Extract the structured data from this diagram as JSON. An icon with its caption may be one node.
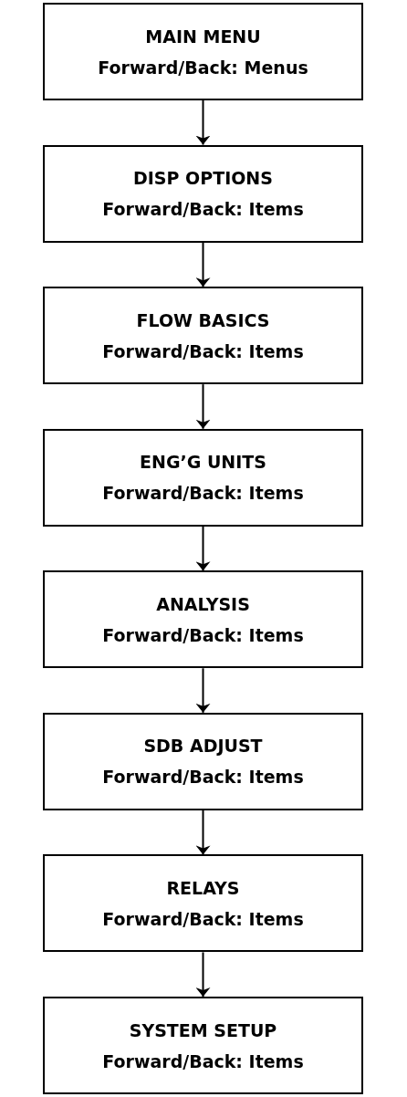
{
  "diagram": {
    "nodes": [
      {
        "text": [
          "MAIN MENU",
          "Forward/Back: Menus"
        ]
      },
      {
        "text": [
          "DISP OPTIONS",
          "Forward/Back: Items"
        ]
      },
      {
        "text": [
          "FLOW BASICS",
          "Forward/Back: Items"
        ]
      },
      {
        "text": [
          "ENG’G UNITS",
          "Forward/Back: Items"
        ]
      },
      {
        "text": [
          "ANALYSIS",
          "Forward/Back: Items"
        ]
      },
      {
        "text": [
          "SDB ADJUST",
          "Forward/Back: Items"
        ]
      },
      {
        "text": [
          "RELAYS",
          "Forward/Back: Items"
        ]
      },
      {
        "text": [
          "SYSTEM SETUP",
          "Forward/Back: Items"
        ]
      }
    ],
    "edges": [
      {
        "from": 0,
        "to": 1,
        "arrow": "to"
      },
      {
        "from": 1,
        "to": 2,
        "arrow": "to"
      },
      {
        "from": 2,
        "to": 3,
        "arrow": "to"
      },
      {
        "from": 3,
        "to": 4,
        "arrow": "to"
      },
      {
        "from": 4,
        "to": 5,
        "arrow": "to"
      },
      {
        "from": 5,
        "to": 6,
        "arrow": "to"
      },
      {
        "from": 6,
        "to": 7,
        "arrow": "to"
      }
    ]
  }
}
